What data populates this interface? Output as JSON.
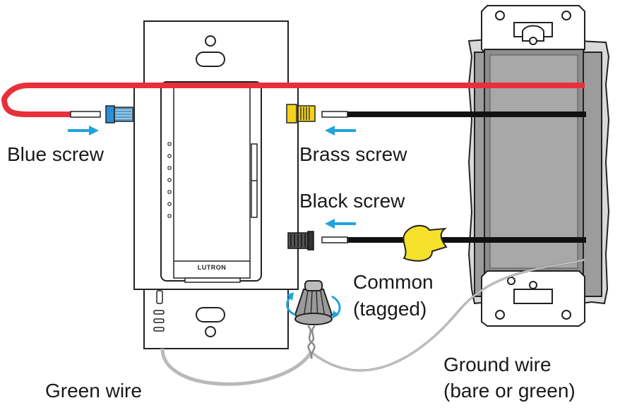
{
  "labels": {
    "blue_screw": "Blue screw",
    "brass_screw": "Brass screw",
    "black_screw": "Black screw",
    "common_line1": "Common",
    "common_line2": "(tagged)",
    "ground_line1": "Ground wire",
    "ground_line2": "(bare or green)",
    "green_wire": "Green wire"
  },
  "device": {
    "brand": "LUTRON"
  },
  "colors": {
    "hot_wire": "#e8303a",
    "black_wire": "#111111",
    "arrow": "#1fa3dc",
    "blue_screw": "#2a8fd6",
    "brass_screw": "#f2d21b",
    "tag": "#f5e12a",
    "ground_wire": "#b9b9b9",
    "wirenut": "#9a9a9a",
    "box": "#9c9c9c"
  },
  "icons": [
    "blue-screw-icon",
    "brass-screw-icon",
    "black-screw-icon",
    "wire-nut-icon",
    "twist-arrow-icon",
    "arrow-right-icon",
    "arrow-left-icon"
  ]
}
